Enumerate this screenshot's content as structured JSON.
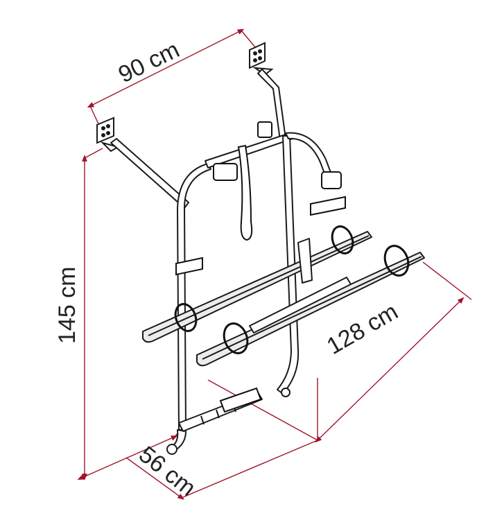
{
  "dimensions": {
    "width_label": "90 cm",
    "height_label": "145 cm",
    "length_label": "128 cm",
    "depth_label": "56 cm"
  },
  "colors": {
    "dimension_line": "#a0142a",
    "frame_stroke": "#1a1a1a",
    "frame_fill": "#ffffff",
    "rail_fill": "#ececec",
    "strap": "#111111",
    "text": "#222222"
  }
}
